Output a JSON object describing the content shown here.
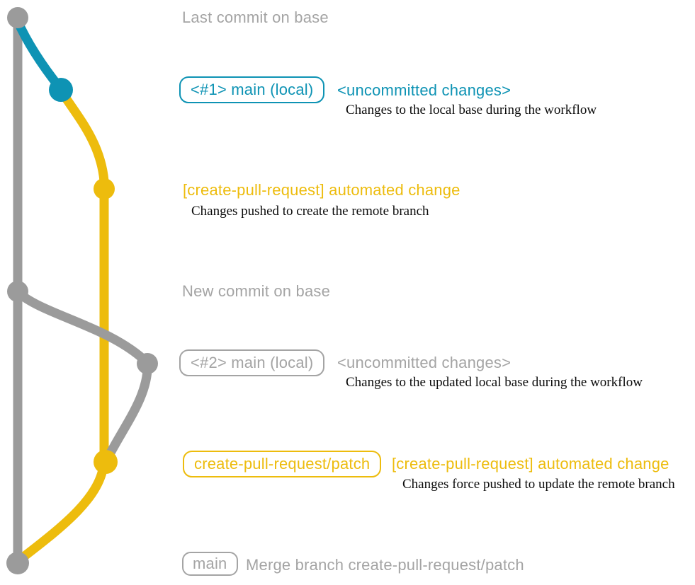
{
  "colors": {
    "teal": "#0e93b4",
    "yellow": "#edbc0d",
    "graph_gray": "#9b9b9b",
    "ui_gray": "#a4a4a4",
    "desc_black": "#0b0b0b",
    "background": "#ffffff"
  },
  "rows": {
    "last_commit": {
      "label": "Last commit on base"
    },
    "state1": {
      "badge": "<#1> main (local)",
      "label": "<uncommitted changes>",
      "description": "Changes to the local base during the workflow"
    },
    "push1": {
      "label": "[create-pull-request] automated change",
      "description": "Changes pushed to create the remote branch"
    },
    "new_commit": {
      "label": "New commit on base"
    },
    "state2": {
      "badge": "<#2> main (local)",
      "label": "<uncommitted changes>",
      "description": "Changes to the updated local base during the workflow"
    },
    "push2": {
      "badge": "create-pull-request/patch",
      "label": "[create-pull-request] automated change",
      "description": "Changes force pushed to update the remote branch"
    },
    "merge": {
      "badge": "main",
      "label": "Merge branch create-pull-request/patch"
    }
  }
}
